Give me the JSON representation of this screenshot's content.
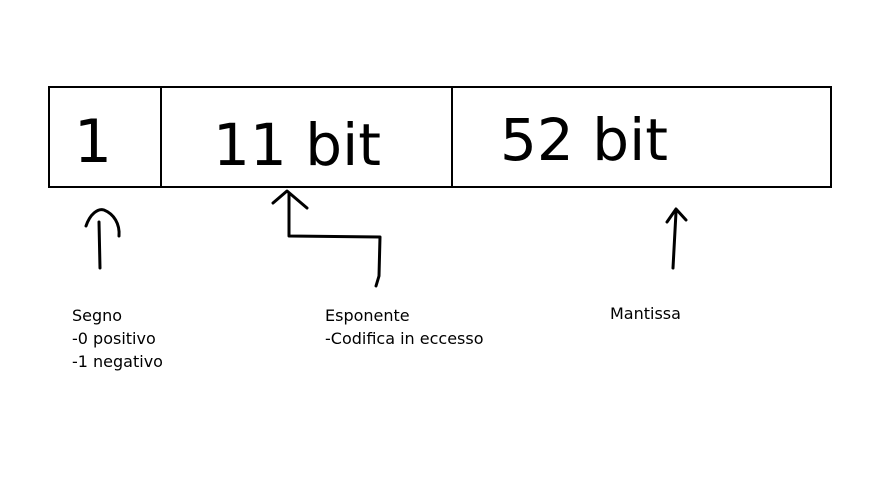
{
  "fields": {
    "sign": {
      "bits": "1"
    },
    "exponent": {
      "bits": "11 bit"
    },
    "mantissa": {
      "bits": "52 bit"
    }
  },
  "labels": {
    "sign": {
      "title": "Segno",
      "line1": "-0 positivo",
      "line2": "-1 negativo"
    },
    "exponent": {
      "title": "Esponente",
      "line1": "-Codifica in eccesso"
    },
    "mantissa": {
      "title": "Mantissa"
    }
  },
  "colors": {
    "ink": "#000000",
    "background": "#ffffff"
  }
}
